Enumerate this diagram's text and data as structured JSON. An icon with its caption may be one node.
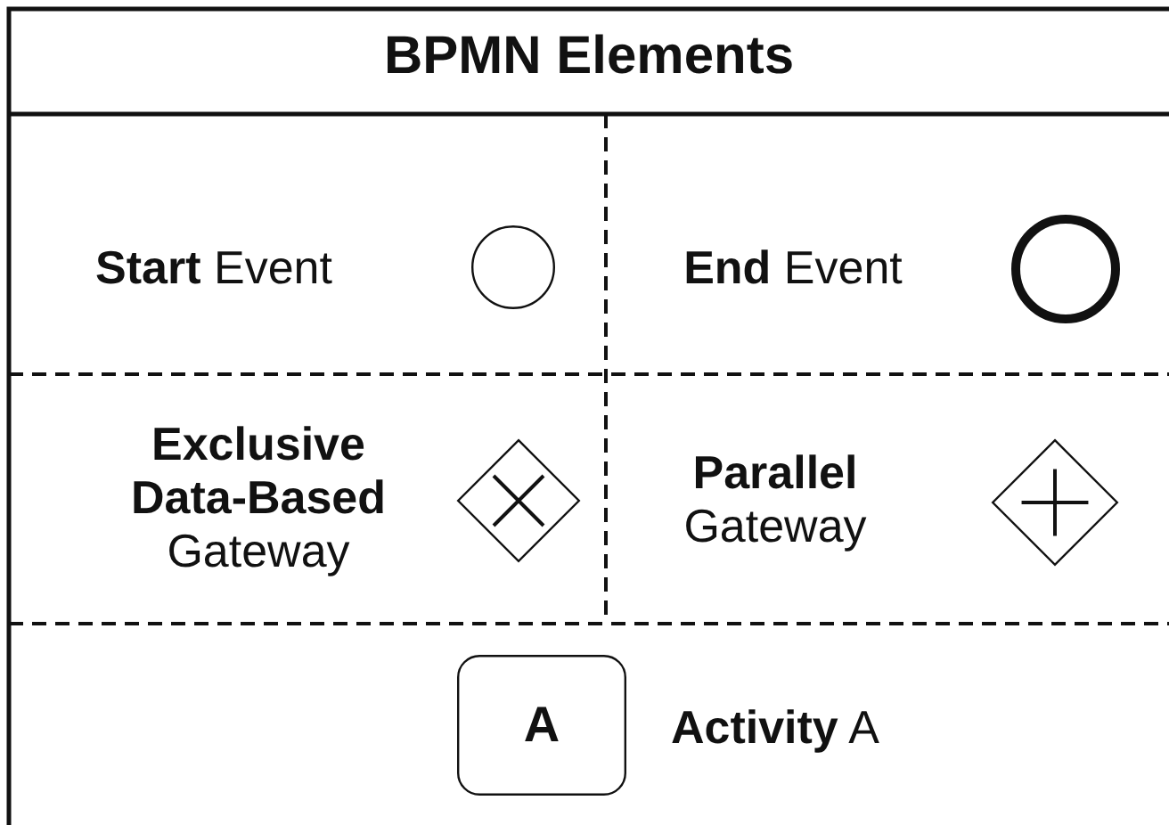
{
  "diagram": {
    "title": "BPMN Elements",
    "nodes": [
      {
        "text": [],
        "shape": "circle"
      },
      {
        "text": [],
        "shape": "circle"
      },
      {
        "text": [],
        "shape": "diamond"
      },
      {
        "text": [],
        "shape": "diamond"
      },
      {
        "text": [
          "A"
        ]
      }
    ],
    "edges": [],
    "labels": [
      "**Start** Event",
      "**End** Event",
      "**Exclusive Data-Based** Gateway",
      "**Parallel** Gateway",
      "**Activity** A"
    ]
  }
}
